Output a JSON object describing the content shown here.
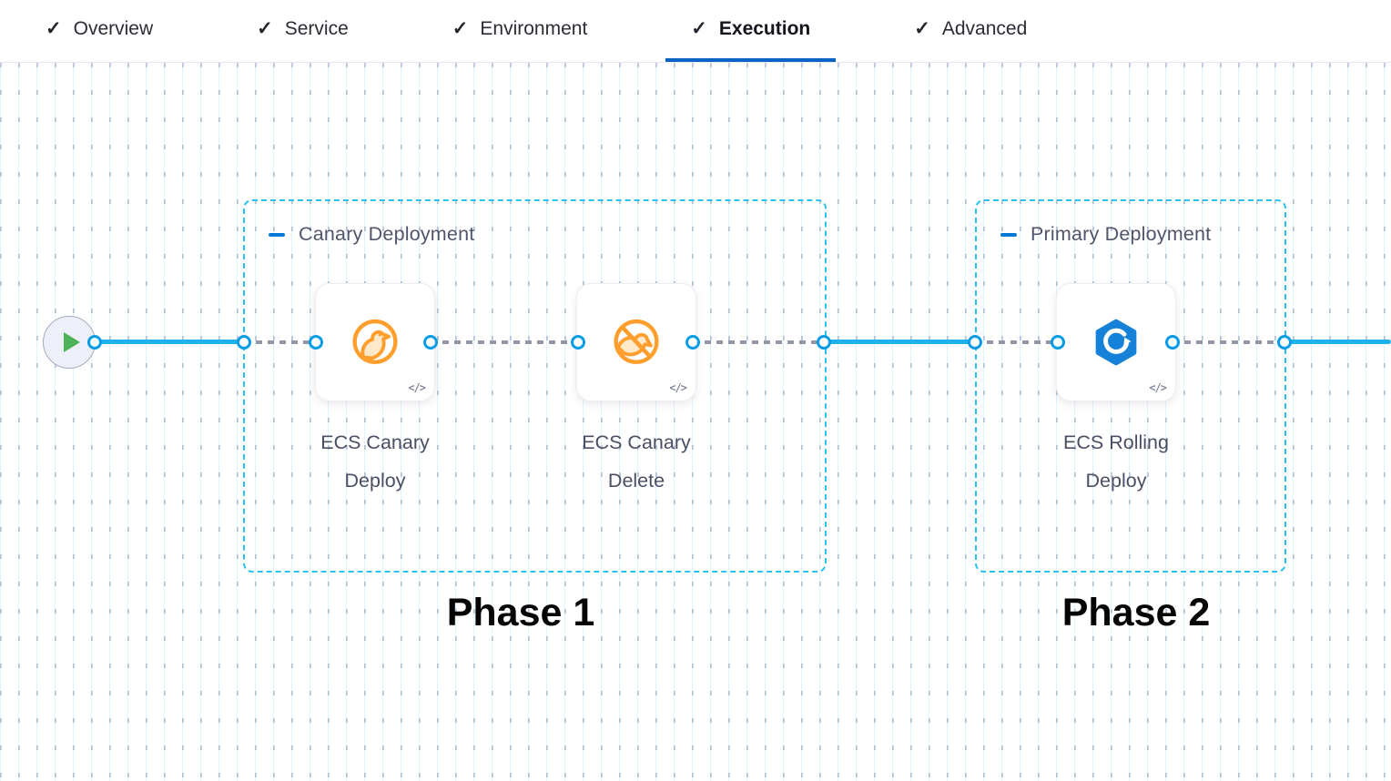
{
  "tabs": {
    "items": [
      {
        "label": "Overview",
        "check_icon": "✓",
        "active": false
      },
      {
        "label": "Service",
        "check_icon": "✓",
        "active": false
      },
      {
        "label": "Environment",
        "check_icon": "✓",
        "active": false
      },
      {
        "label": "Execution",
        "check_icon": "✓",
        "active": true
      },
      {
        "label": "Advanced",
        "check_icon": "✓",
        "active": false
      }
    ]
  },
  "pipeline": {
    "start_node": {
      "icon": "play-icon"
    },
    "groups": [
      {
        "label": "Canary Deployment",
        "phase_label": "Phase 1",
        "steps": [
          {
            "label": "ECS Canary Deploy",
            "icon": "ecs-canary-deploy-icon",
            "code_badge": "</>"
          },
          {
            "label": "ECS Canary Delete",
            "icon": "ecs-canary-delete-icon",
            "code_badge": "</>"
          }
        ]
      },
      {
        "label": "Primary Deployment",
        "phase_label": "Phase 2",
        "steps": [
          {
            "label": "ECS Rolling Deploy",
            "icon": "ecs-rolling-deploy-icon",
            "code_badge": "</>"
          }
        ]
      }
    ]
  },
  "colors": {
    "tab_underline": "#0b63c6",
    "port_blue": "#0a9ce4",
    "connector_solid": "#1fb1ec",
    "connector_dashed": "#9297a8",
    "group_border": "#29c2f1",
    "canary_orange": "#ff9e2c",
    "ecs_blue": "#1581d8",
    "play_green": "#4db358",
    "start_node_fill": "#eef0f9"
  }
}
